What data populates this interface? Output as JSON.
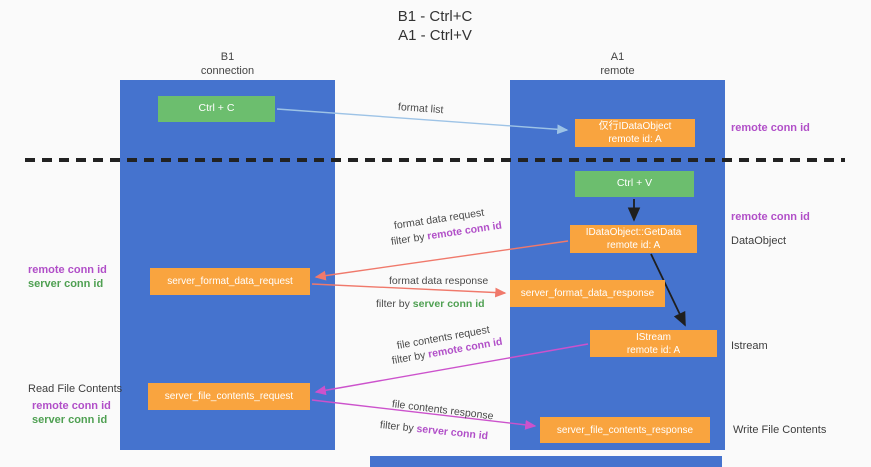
{
  "title": {
    "line1": "B1 - Ctrl+C",
    "line2": "A1 - Ctrl+V"
  },
  "columns": {
    "left": {
      "name": "B1",
      "role": "connection"
    },
    "right": {
      "name": "A1",
      "role": "remote"
    }
  },
  "boxes": {
    "ctrl_c": {
      "label": "Ctrl + C"
    },
    "ctrl_v": {
      "label": "Ctrl + V"
    },
    "dataobject_stub": {
      "line1": "仅行IDataObject",
      "line2": "remote id: A"
    },
    "getdata": {
      "line1": "IDataObject::GetData",
      "line2": "remote id: A"
    },
    "istream": {
      "line1": "IStream",
      "line2": "remote id: A"
    },
    "format_request": {
      "label": "server_format_data_request"
    },
    "format_response": {
      "label": "server_format_data_response"
    },
    "file_request": {
      "label": "server_file_contents_request"
    },
    "file_response": {
      "label": "server_file_contents_response"
    }
  },
  "arrows": {
    "format_list": {
      "label": "format list"
    },
    "format_data_request": {
      "label": "format data request",
      "filter_prefix": "filter by ",
      "filter_key": "remote conn id"
    },
    "format_data_response": {
      "label": "format data response",
      "filter_prefix": "filter by ",
      "filter_key": "server conn id"
    },
    "file_contents_request": {
      "label": "file contents request",
      "filter_prefix": "filter by ",
      "filter_key": "remote conn id"
    },
    "file_contents_response": {
      "label": "file contents response",
      "filter_prefix": "filter by ",
      "filter_key": "server conn id"
    }
  },
  "annotations": {
    "left_remote_conn_1": "remote conn id",
    "left_server_conn_1": "server conn id",
    "read_file_contents": "Read File Contents",
    "left_remote_conn_2": "remote conn id",
    "left_server_conn_2": "server conn id",
    "right_remote_conn_1": "remote conn id",
    "right_remote_conn_2": "remote conn id",
    "dataobject": "DataObject",
    "istream": "Istream",
    "write_file_contents": "Write File Contents"
  },
  "colors": {
    "lifeline-blue": "#4573CE",
    "box-green": "#6CBE6E",
    "box-orange": "#F9A43F",
    "arrow-blue": "#9DC3E6",
    "arrow-salmon": "#F0796B",
    "arrow-magenta": "#CC52CC",
    "arrow-black": "#1F1F1F",
    "label-purple": "#B14FC8",
    "label-green": "#4FA052",
    "text-dark": "#3D3D3D",
    "canvas-bg": "#FAFAFA"
  }
}
